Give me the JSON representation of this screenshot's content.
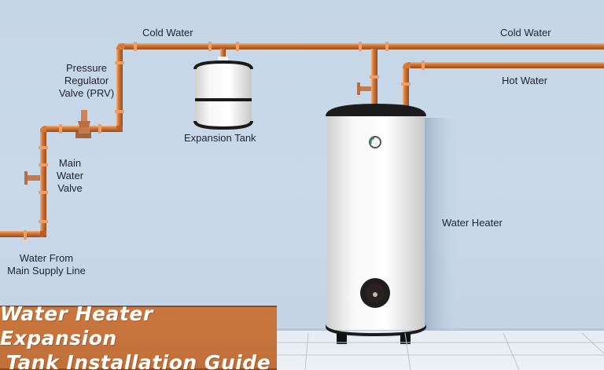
{
  "title": {
    "line1": "Water Heater Expansion",
    "line2": "Tank Installation Guide"
  },
  "labels": {
    "cold_water_left": "Cold Water",
    "cold_water_right": "Cold Water",
    "hot_water": "Hot Water",
    "prv_line1": "Pressure",
    "prv_line2": "Regulator",
    "prv_line3": "Valve (PRV)",
    "expansion_tank": "Expansion Tank",
    "main_valve_line1": "Main",
    "main_valve_line2": "Water",
    "main_valve_line3": "Valve",
    "supply_line1": "Water From",
    "supply_line2": "Main Supply Line",
    "water_heater": "Water Heater"
  },
  "colors": {
    "pipe_copper": "#c86a2a",
    "banner": "#c5733b",
    "wall": "#c7d7e7",
    "text": "#1c2330"
  }
}
